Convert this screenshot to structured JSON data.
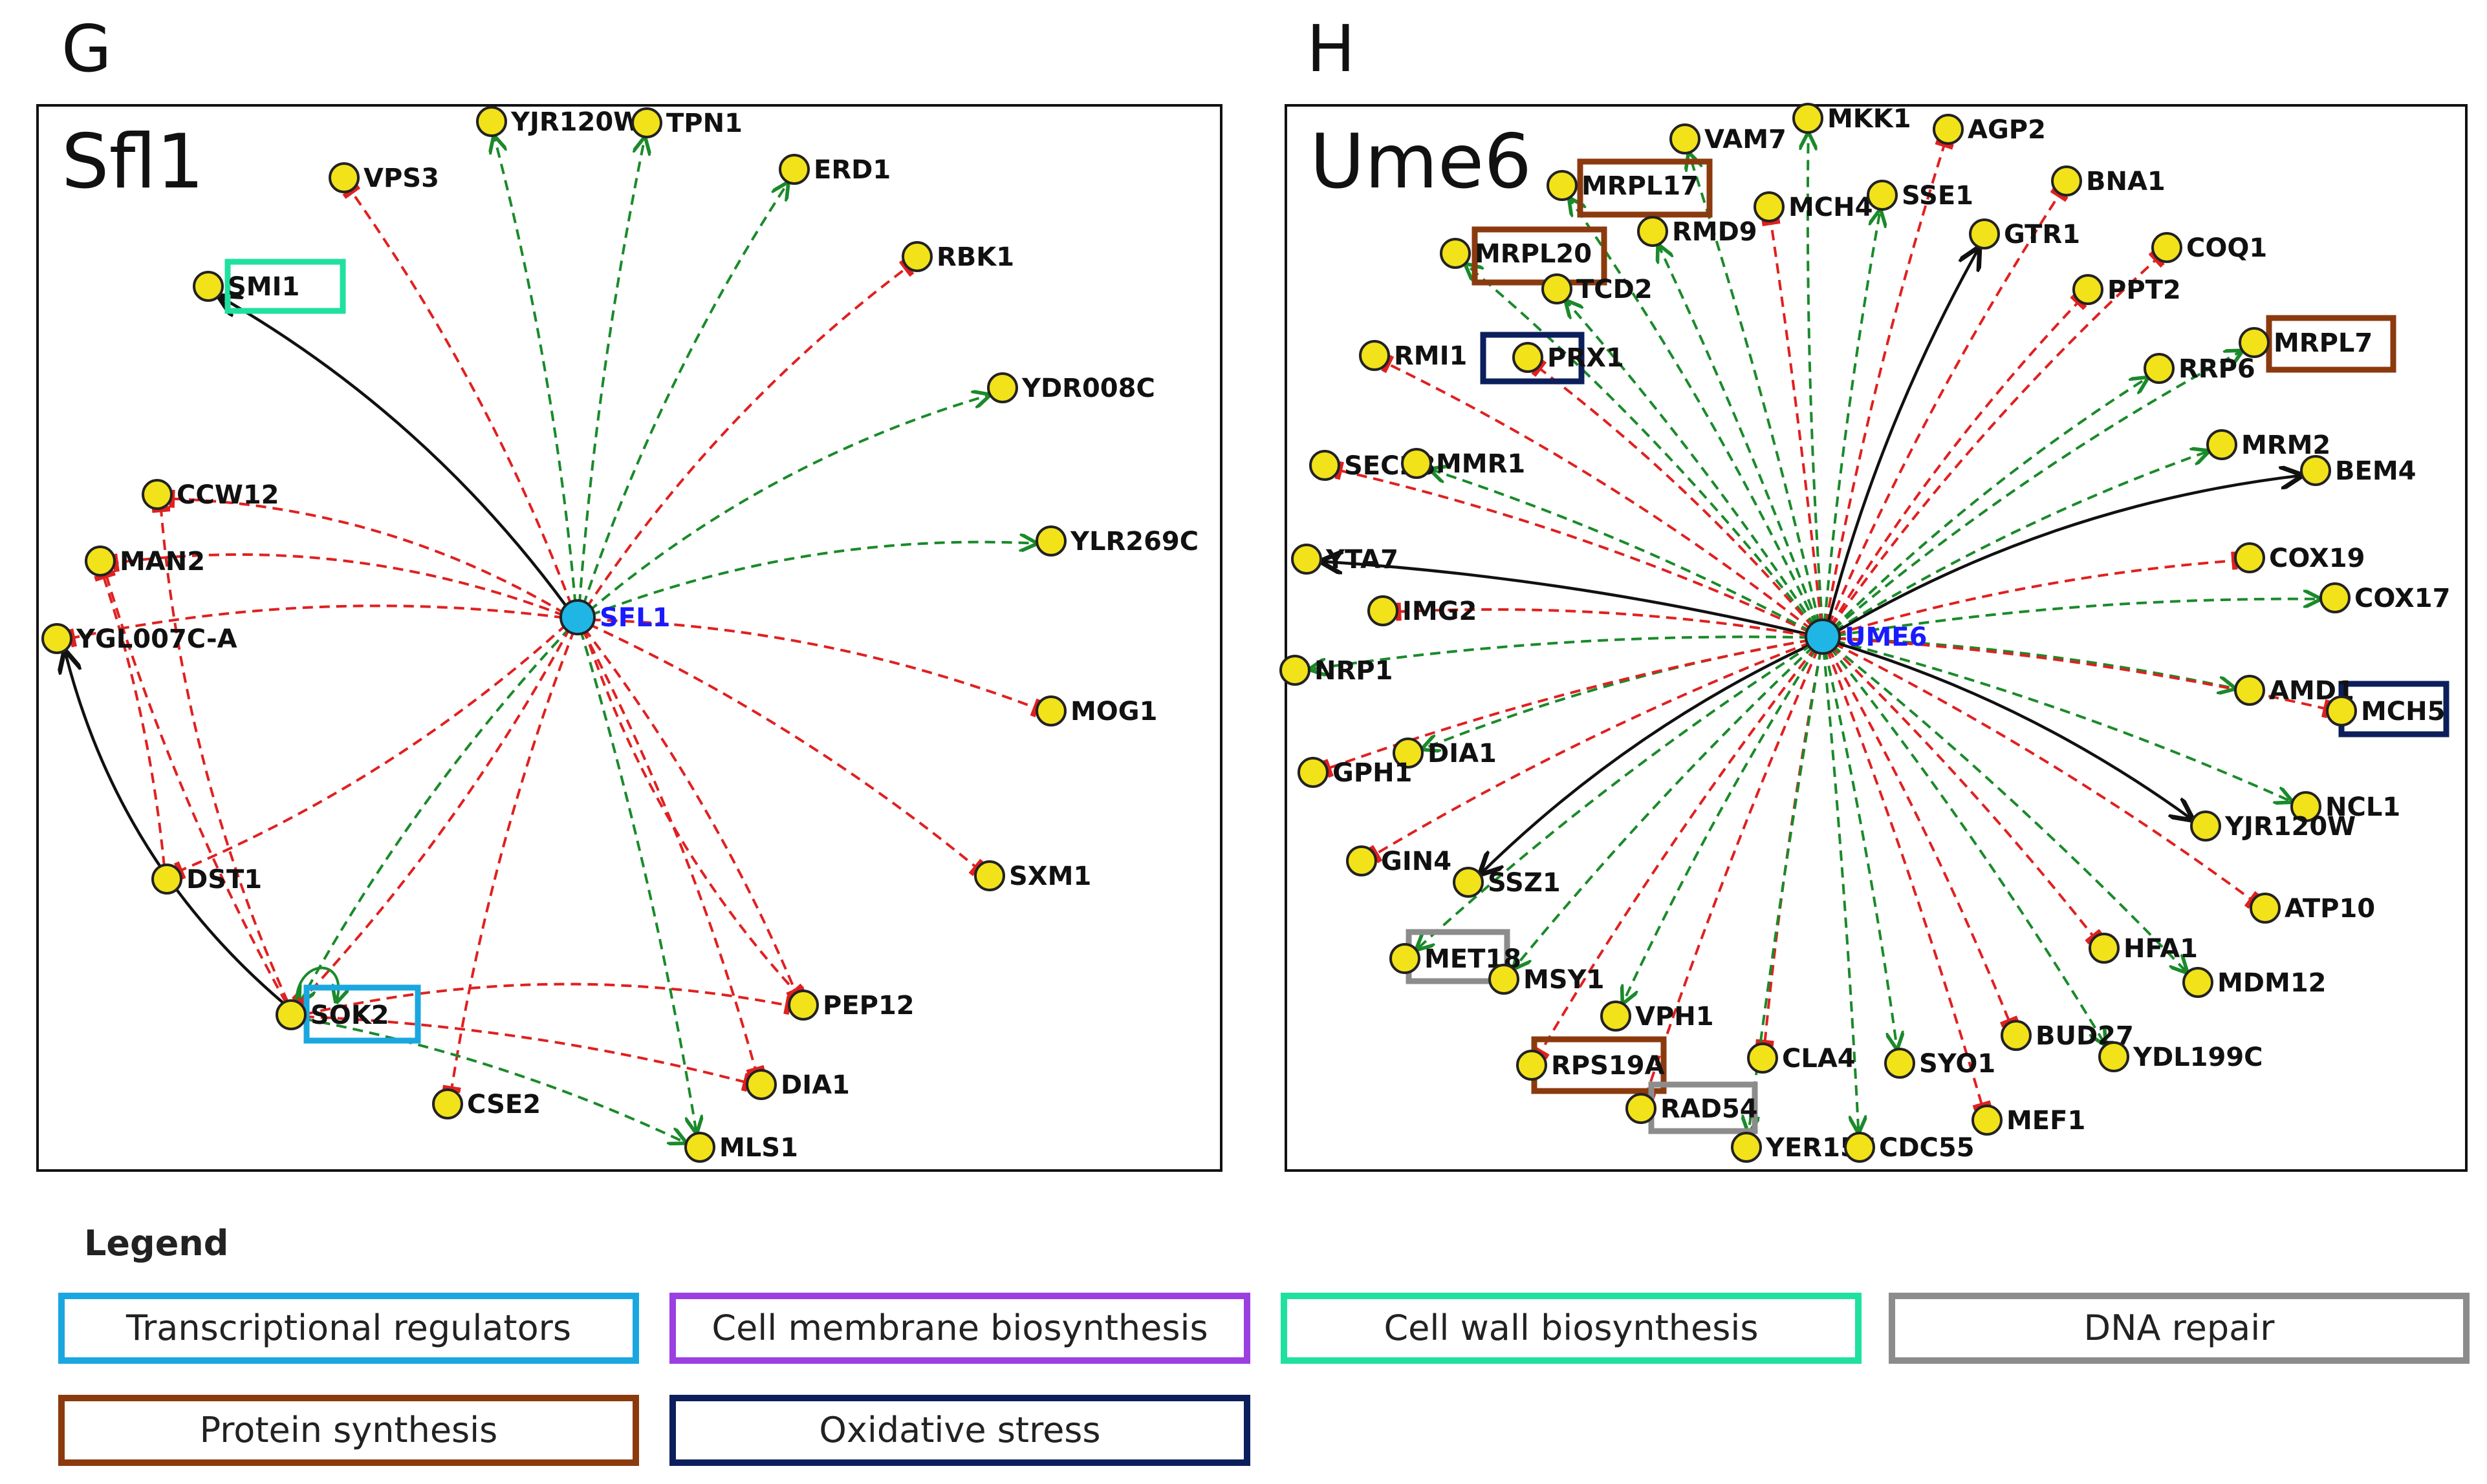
{
  "panels": [
    {
      "letter": "G",
      "title": "Sfl1",
      "hub": "SFL1",
      "targets": [
        "VPS3",
        "YJR120W",
        "TPN1",
        "ERD1",
        "RBK1",
        "SMI1",
        "YDR008C",
        "YLR269C",
        "CCW12",
        "MAN2",
        "YGL007C-A",
        "MOG1",
        "SXM1",
        "DST1",
        "PEP12",
        "SOK2",
        "DIA1",
        "CSE2",
        "MLS1"
      ],
      "highlights": [
        {
          "label": "SMI1",
          "category": "Cell wall biosynthesis"
        },
        {
          "label": "SOK2",
          "category": "Transcriptional regulators"
        }
      ]
    },
    {
      "letter": "H",
      "title": "Ume6",
      "hub": "UME6",
      "targets": [
        "VAM7",
        "MKK1",
        "AGP2",
        "MRPL17",
        "MCH4",
        "SSE1",
        "BNA1",
        "MRPL20",
        "RMD9",
        "GTR1",
        "COQ1",
        "TCD2",
        "PPT2",
        "RMI1",
        "PRX1",
        "MRPL7",
        "RRP6",
        "SEC28",
        "MMR1",
        "MRM2",
        "BEM4",
        "YTA7",
        "COX19",
        "IMG2",
        "COX17",
        "NRP1",
        "AMD1",
        "MCH5",
        "DIA1",
        "GPH1",
        "NCL1",
        "YJR120W",
        "GIN4",
        "SSZ1",
        "ATP10",
        "MET18",
        "MSY1",
        "HFA1",
        "MDM12",
        "VPH1",
        "BUD27",
        "YDL199C",
        "CLA4",
        "SYO1",
        "RPS19A",
        "RAD54",
        "MEF1",
        "YER156",
        "CDC55"
      ],
      "highlights": [
        {
          "label": "MRPL17",
          "category": "Protein synthesis"
        },
        {
          "label": "MRPL20",
          "category": "Protein synthesis"
        },
        {
          "label": "PRX1",
          "category": "Oxidative stress"
        },
        {
          "label": "MRPL7",
          "category": "Protein synthesis"
        },
        {
          "label": "MCH5",
          "category": "Oxidative stress"
        },
        {
          "label": "MET18",
          "category": "DNA repair"
        },
        {
          "label": "RPS19A",
          "category": "Protein synthesis"
        },
        {
          "label": "RAD54",
          "category": "DNA repair"
        }
      ]
    }
  ],
  "legend": {
    "title": "Legend",
    "items": [
      {
        "label": "Transcriptional regulators",
        "color": "#1aa7e0"
      },
      {
        "label": "Cell membrane biosynthesis",
        "color": "#9b3fe0"
      },
      {
        "label": "Cell wall biosynthesis",
        "color": "#20e0a0"
      },
      {
        "label": "DNA repair",
        "color": "#8c8c8c"
      },
      {
        "label": "Protein synthesis",
        "color": "#8b3a0e"
      },
      {
        "label": "Oxidative stress",
        "color": "#0c1f5c"
      }
    ]
  },
  "colors": {
    "activation": "#1a8a2a",
    "repression": "#e02020",
    "regulation": "#111111",
    "node_fill": "#f2e21a",
    "hub_fill": "#1fb6e6"
  }
}
